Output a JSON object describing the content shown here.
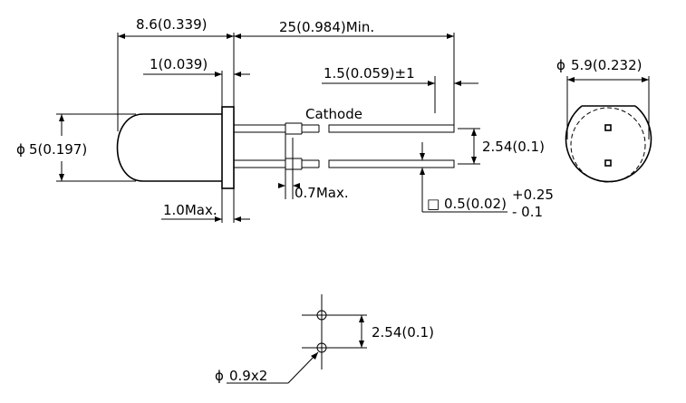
{
  "dimensions": {
    "overall_length": "8.6(0.339)",
    "lead_length_min": "25(0.984)Min.",
    "flange_thickness": "1(0.039)",
    "lead_kink_length": "1.5(0.059)±1",
    "cathode_label": "Cathode",
    "lead_spacing": "2.54(0.1)",
    "body_diameter": "5(0.197)",
    "flange_diameter": "5.9(0.232)",
    "lead_kink_width": "0.7Max.",
    "flange_height_max": "1.0Max.",
    "lead_section": "0.5(0.02)",
    "lead_tol_plus": "+0.25",
    "lead_tol_minus": "- 0.1",
    "pcb_hole_spacing": "2.54(0.1)",
    "pcb_hole_diameter": "0.9x2"
  },
  "symbols": {
    "diameter": "ϕ",
    "square": "□"
  },
  "icons": {
    "diameter_symbol": "diameter-icon",
    "square_section_symbol": "square-section-icon"
  }
}
